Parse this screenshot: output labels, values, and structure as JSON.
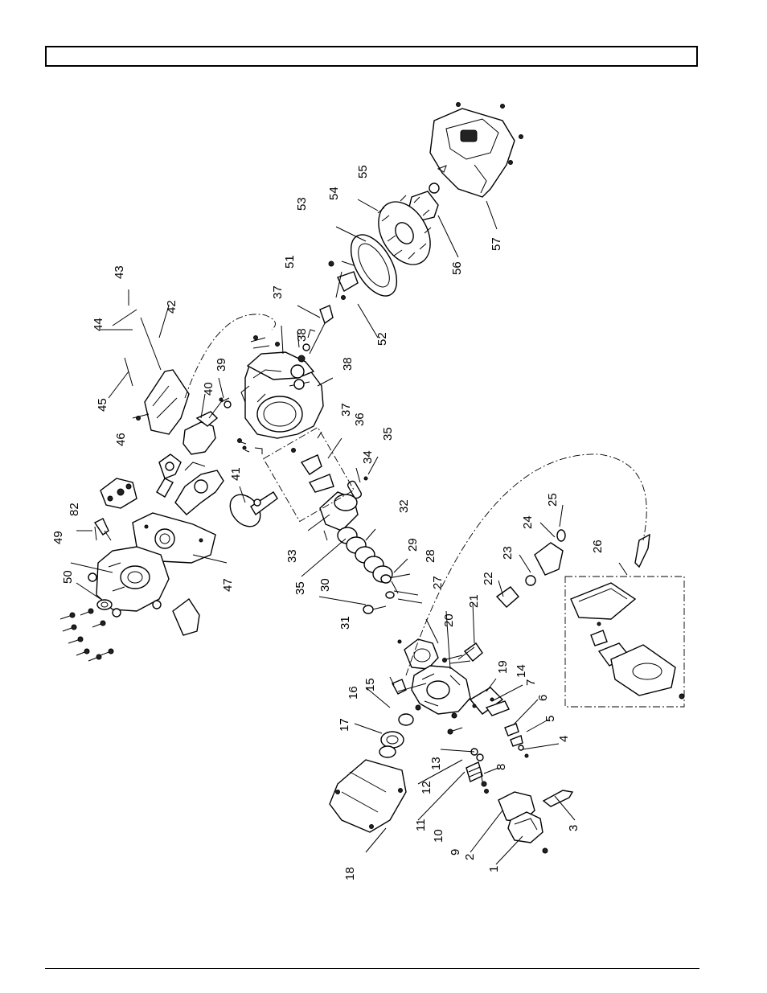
{
  "header": {
    "title": ""
  },
  "diagram": {
    "description_labels": [
      "1",
      "2",
      "3",
      "4",
      "5",
      "6",
      "7",
      "8",
      "9",
      "10",
      "11",
      "12",
      "13",
      "14",
      "15",
      "16",
      "17",
      "18",
      "19",
      "20",
      "21",
      "22",
      "23",
      "24",
      "25",
      "26",
      "27",
      "28",
      "29",
      "30",
      "31",
      "32",
      "33",
      "34",
      "35",
      "35",
      "36",
      "37",
      "37",
      "38",
      "38",
      "39",
      "40",
      "41",
      "42",
      "43",
      "44",
      "45",
      "46",
      "47",
      "49",
      "50",
      "51",
      "52",
      "53",
      "54",
      "55",
      "56",
      "57",
      "82"
    ]
  },
  "callouts": {
    "c1": "1",
    "c2": "2",
    "c3": "3",
    "c4": "4",
    "c5": "5",
    "c6": "6",
    "c7": "7",
    "c8": "8",
    "c9": "9",
    "c10": "10",
    "c11": "11",
    "c12": "12",
    "c13": "13",
    "c14": "14",
    "c15": "15",
    "c16": "16",
    "c17": "17",
    "c18": "18",
    "c19": "19",
    "c20": "20",
    "c21": "21",
    "c22": "22",
    "c23": "23",
    "c24": "24",
    "c25": "25",
    "c26": "26",
    "c27": "27",
    "c28": "28",
    "c29": "29",
    "c30": "30",
    "c31": "31",
    "c32": "32",
    "c33": "33",
    "c34": "34",
    "c35a": "35",
    "c35b": "35",
    "c36": "36",
    "c37a": "37",
    "c37b": "37",
    "c38a": "38",
    "c38b": "38",
    "c39": "39",
    "c40": "40",
    "c41": "41",
    "c42": "42",
    "c43": "43",
    "c44": "44",
    "c45": "45",
    "c46": "46",
    "c47": "47",
    "c49": "49",
    "c50": "50",
    "c51": "51",
    "c52": "52",
    "c53": "53",
    "c54": "54",
    "c55": "55",
    "c56": "56",
    "c57": "57",
    "c82": "82"
  }
}
